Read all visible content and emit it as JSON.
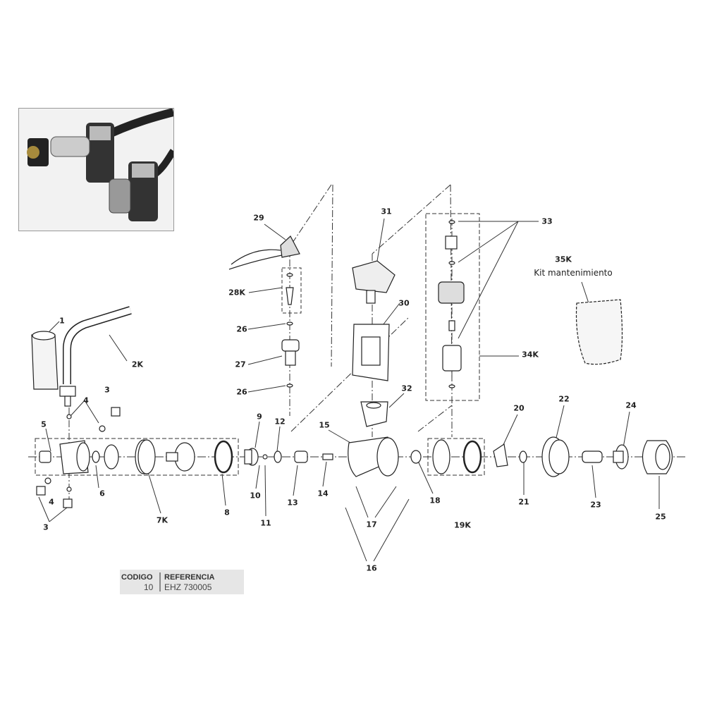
{
  "labels": {
    "l1": "1",
    "l2K": "2K",
    "l3a": "3",
    "l4a": "4",
    "l5": "5",
    "l6": "6",
    "l3b": "3",
    "l4b": "4",
    "l7K": "7K",
    "l8": "8",
    "l9": "9",
    "l12": "12",
    "l10": "10",
    "l11": "11",
    "l13": "13",
    "l14": "14",
    "l15": "15",
    "l16": "16",
    "l17": "17",
    "l18": "18",
    "l19K": "19K",
    "l20": "20",
    "l21": "21",
    "l22": "22",
    "l23": "23",
    "l24": "24",
    "l25": "25",
    "l26a": "26",
    "l26b": "26",
    "l27": "27",
    "l28K": "28K",
    "l29": "29",
    "l30": "30",
    "l31": "31",
    "l32": "32",
    "l33": "33",
    "l34K": "34K",
    "l35K": "35K"
  },
  "kit_label": "Kit mantenimiento",
  "table": {
    "col1_header": "CODIGO",
    "col2_header": "REFERENCIA",
    "col1_value": "10",
    "col2_value": "EHZ 730005"
  }
}
